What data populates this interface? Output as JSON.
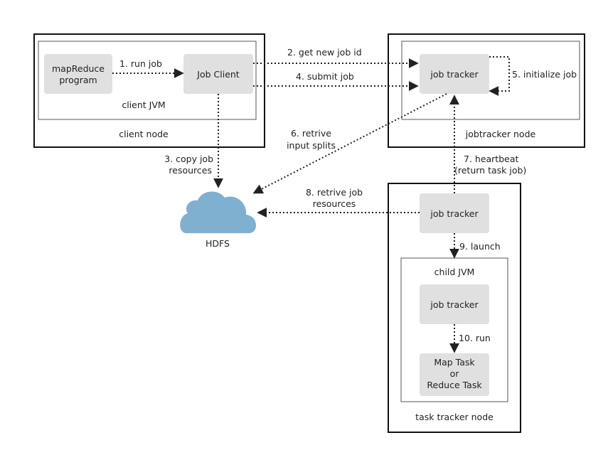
{
  "nodes": {
    "client_node": "client node",
    "client_jvm": "client JVM",
    "jobtracker_node": "jobtracker node",
    "task_tracker_node": "task tracker node",
    "child_jvm": "child JVM"
  },
  "boxes": {
    "mapreduce_program": [
      "mapReduce",
      "program"
    ],
    "job_client": "Job Client",
    "job_tracker_main": "job tracker",
    "job_tracker_task": "job tracker",
    "job_tracker_child": "job tracker",
    "map_task": [
      "Map Task",
      "or",
      "Reduce Task"
    ]
  },
  "storage": {
    "label": "HDFS",
    "color": "#7fb0d0"
  },
  "steps": {
    "s1": "1. run job",
    "s2": "2. get new job id",
    "s3": [
      "3. copy job",
      "resources"
    ],
    "s4": "4. submit job",
    "s5": "5. initialize job",
    "s6": [
      "6. retrive",
      "input splits"
    ],
    "s7": [
      "7. heartbeat",
      "(return task job)"
    ],
    "s8": [
      "8. retrive job",
      "resources"
    ],
    "s9": "9. launch",
    "s10": "10. run"
  }
}
